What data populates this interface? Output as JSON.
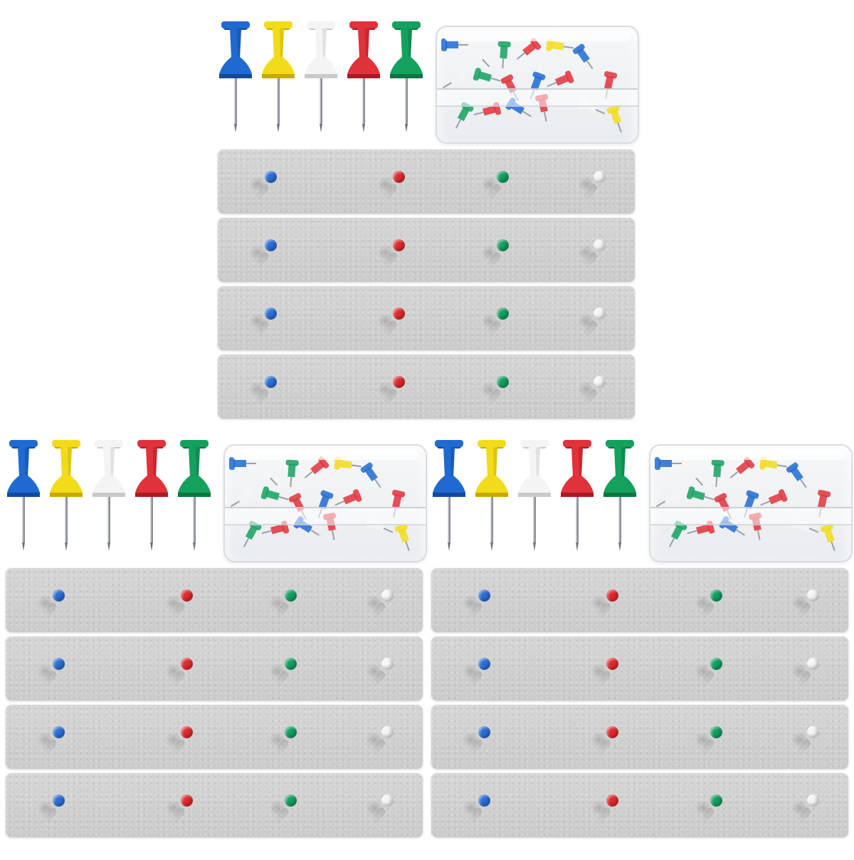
{
  "pin_colors": [
    {
      "name": "blue",
      "fill": "#1f6ad1",
      "dark": "#124a9c"
    },
    {
      "name": "yellow",
      "fill": "#f2dc1a",
      "dark": "#c9a800"
    },
    {
      "name": "white",
      "fill": "#f4f4f4",
      "dark": "#c9c9c9"
    },
    {
      "name": "red",
      "fill": "#e0323a",
      "dark": "#a81b22"
    },
    {
      "name": "green",
      "fill": "#14a15e",
      "dark": "#0c7440"
    }
  ],
  "dot_colors": [
    "#2b6fd6",
    "#df2a2f",
    "#12a060",
    "#f5f5f5"
  ],
  "icons": {
    "pin": "push-pin-icon",
    "box": "pin-box-icon",
    "strip": "felt-strip-icon",
    "dot": "pin-head-dot-icon"
  },
  "sets": [
    {
      "id": "top",
      "strips": 4
    },
    {
      "id": "bottom-left",
      "strips": 4
    },
    {
      "id": "bottom-right",
      "strips": 4
    }
  ],
  "box_contents": [
    "blue",
    "white",
    "green",
    "red",
    "yellow",
    "blue",
    "red",
    "white",
    "green",
    "red",
    "blue",
    "red",
    "white",
    "yellow",
    "green",
    "red",
    "blue",
    "red"
  ]
}
